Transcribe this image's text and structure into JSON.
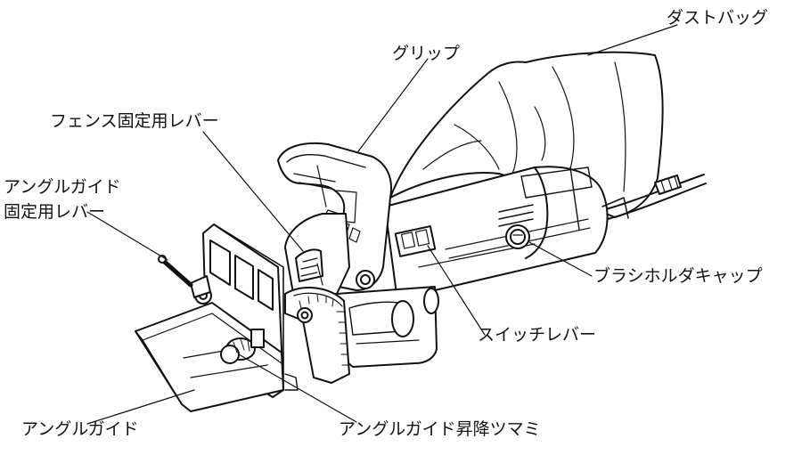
{
  "diagram": {
    "labels": {
      "dust_bag": "ダストバッグ",
      "grip": "グリップ",
      "fence_lock_lever": "フェンス固定用レバー",
      "angle_guide_lock_lever_line1": "アングルガイド",
      "angle_guide_lock_lever_line2": "固定用レバー",
      "brush_holder_cap": "ブラシホルダキャップ",
      "switch_lever": "スイッチレバー",
      "angle_guide": "アングルガイド",
      "angle_guide_knob": "アングルガイド昇降ツマミ"
    },
    "colors": {
      "ink": "#111111",
      "background": "#ffffff"
    },
    "subject_icon": "biscuit-joiner-illustration"
  }
}
